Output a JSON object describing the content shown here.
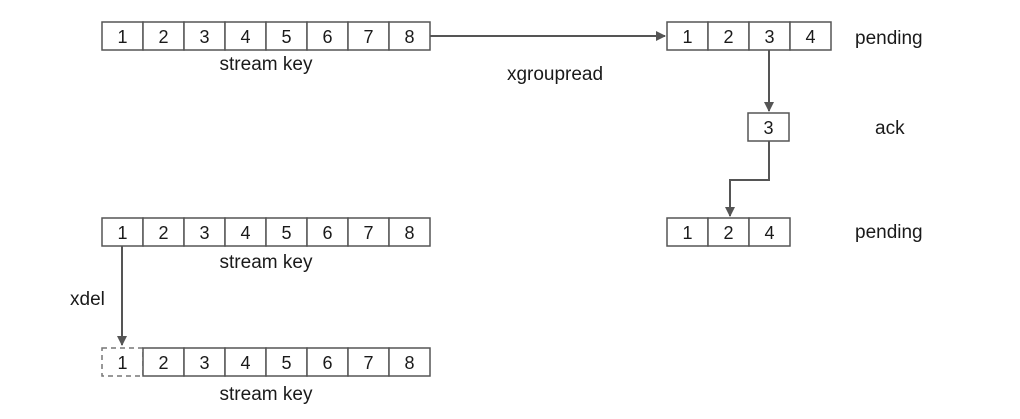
{
  "colors": {
    "box_border": "#555555",
    "arrow": "#555555",
    "text": "#1a1a1a",
    "background": "#ffffff"
  },
  "stream_top": {
    "cells": [
      "1",
      "2",
      "3",
      "4",
      "5",
      "6",
      "7",
      "8"
    ],
    "caption": "stream key"
  },
  "xgroupread_label": "xgroupread",
  "pending_top": {
    "cells": [
      "1",
      "2",
      "3",
      "4"
    ],
    "caption": "pending"
  },
  "ack_box": {
    "cells": [
      "3"
    ],
    "caption": "ack"
  },
  "pending_bottom": {
    "cells": [
      "1",
      "2",
      "4"
    ],
    "caption": "pending"
  },
  "stream_mid": {
    "cells": [
      "1",
      "2",
      "3",
      "4",
      "5",
      "6",
      "7",
      "8"
    ],
    "caption": "stream key"
  },
  "xdel_label": "xdel",
  "stream_bottom": {
    "cells": [
      "1",
      "2",
      "3",
      "4",
      "5",
      "6",
      "7",
      "8"
    ],
    "caption": "stream key",
    "deleted_index": 0
  }
}
